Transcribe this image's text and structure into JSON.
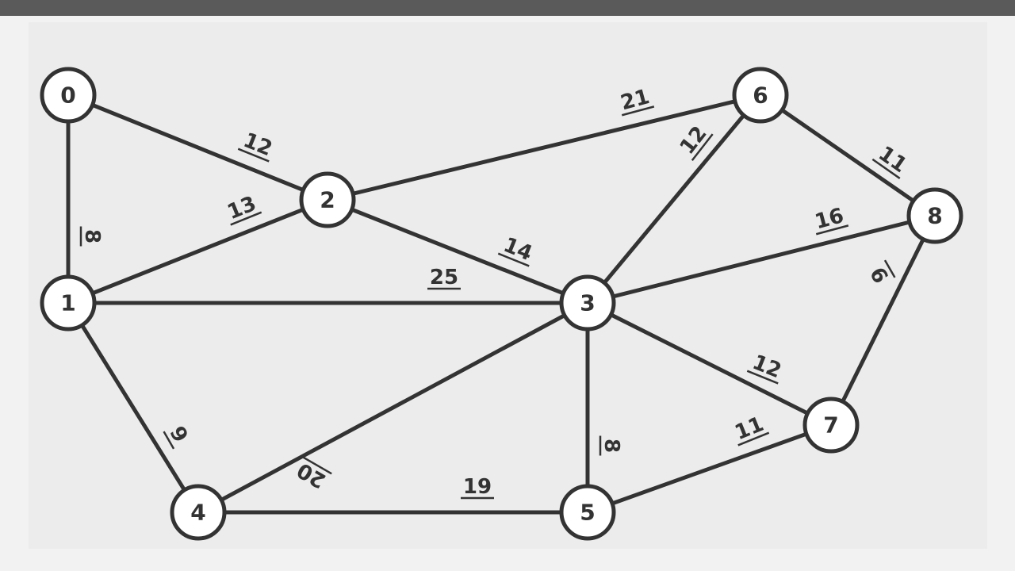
{
  "graph": {
    "nodes": [
      {
        "id": "0",
        "label": "0"
      },
      {
        "id": "1",
        "label": "1"
      },
      {
        "id": "2",
        "label": "2"
      },
      {
        "id": "3",
        "label": "3"
      },
      {
        "id": "4",
        "label": "4"
      },
      {
        "id": "5",
        "label": "5"
      },
      {
        "id": "6",
        "label": "6"
      },
      {
        "id": "7",
        "label": "7"
      },
      {
        "id": "8",
        "label": "8"
      }
    ],
    "edges": [
      {
        "from": "0",
        "to": "1",
        "weight": "8"
      },
      {
        "from": "0",
        "to": "2",
        "weight": "12"
      },
      {
        "from": "1",
        "to": "2",
        "weight": "13"
      },
      {
        "from": "1",
        "to": "3",
        "weight": "25"
      },
      {
        "from": "1",
        "to": "4",
        "weight": "9"
      },
      {
        "from": "2",
        "to": "3",
        "weight": "14"
      },
      {
        "from": "2",
        "to": "6",
        "weight": "21"
      },
      {
        "from": "3",
        "to": "4",
        "weight": "20"
      },
      {
        "from": "3",
        "to": "5",
        "weight": "8"
      },
      {
        "from": "3",
        "to": "6",
        "weight": "12"
      },
      {
        "from": "3",
        "to": "7",
        "weight": "12"
      },
      {
        "from": "3",
        "to": "8",
        "weight": "16"
      },
      {
        "from": "4",
        "to": "5",
        "weight": "19"
      },
      {
        "from": "5",
        "to": "7",
        "weight": "11"
      },
      {
        "from": "6",
        "to": "8",
        "weight": "11"
      },
      {
        "from": "7",
        "to": "8",
        "weight": "9"
      }
    ]
  },
  "colors": {
    "stroke": "#333333",
    "node_fill": "#ffffff",
    "panel": "#ececec",
    "background": "#f2f2f2",
    "topbar": "#5a5a5a"
  }
}
